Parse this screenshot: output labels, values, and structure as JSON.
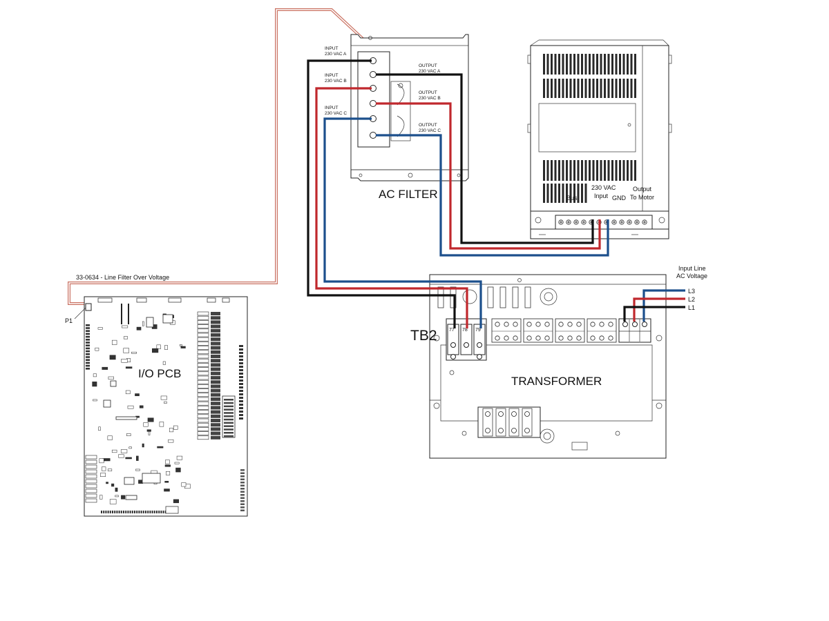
{
  "diagram": {
    "cable_label": "33-0634 - Line Filter Over Voltage",
    "p1_label": "P1",
    "io_pcb_label": "I/O PCB",
    "ac_filter": {
      "title": "AC FILTER",
      "input_a": [
        "INPUT",
        "230 VAC A"
      ],
      "input_b": [
        "INPUT",
        "230 VAC B"
      ],
      "input_c": [
        "INPUT",
        "230 VAC C"
      ],
      "output_a": [
        "OUTPUT",
        "230 VAC A"
      ],
      "output_b": [
        "OUTPUT",
        "230 VAC B"
      ],
      "output_c": [
        "OUTPUT",
        "230 VAC C"
      ]
    },
    "drive": {
      "bus_label": "Bus",
      "vac_input_label": [
        "230 VAC",
        "Input"
      ],
      "gnd_label": "GND",
      "output_label": [
        "Output",
        "To Motor"
      ]
    },
    "transformer": {
      "title": "TRANSFORMER",
      "tb2_label": "TB2",
      "terminals": [
        "77",
        "78",
        "79"
      ]
    },
    "input_line": {
      "title": [
        "Input Line",
        "AC Voltage"
      ],
      "lines": [
        "L3",
        "L2",
        "L1"
      ]
    },
    "colors": {
      "phase_a": "#111111",
      "phase_b": "#c0282d",
      "phase_c": "#1c4f8c",
      "cable_outer": "#c97060"
    }
  }
}
